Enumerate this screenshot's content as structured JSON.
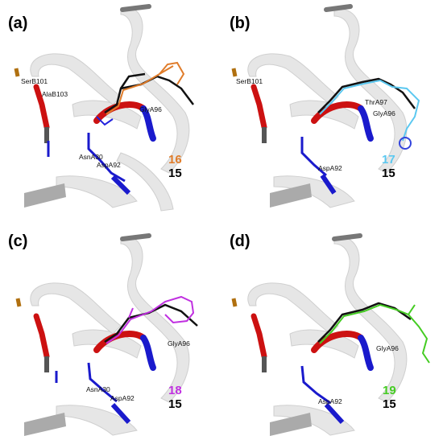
{
  "panels": [
    {
      "label": "(a)",
      "compound": "16",
      "reference": "15",
      "color": "#e07c2a",
      "residues": [
        "SerB101",
        "AlaB103",
        "GlyA96",
        "AsnA30",
        "AspA92"
      ]
    },
    {
      "label": "(b)",
      "compound": "17",
      "reference": "15",
      "color": "#5bc8f0",
      "residues": [
        "SerB101",
        "ThrA97",
        "GlyA96",
        "AspA92"
      ]
    },
    {
      "label": "(c)",
      "compound": "18",
      "reference": "15",
      "color": "#c030e0",
      "residues": [
        "GlyA96",
        "AsnA30",
        "AspA92"
      ]
    },
    {
      "label": "(d)",
      "compound": "19",
      "reference": "15",
      "color": "#44cc22",
      "residues": [
        "GlyA96",
        "AspA92"
      ]
    }
  ],
  "colors": {
    "ribbon": "#d9d9d9",
    "helix_red": "#cc1111",
    "residue_blue": "#1a1acc",
    "reference": "#111111"
  }
}
